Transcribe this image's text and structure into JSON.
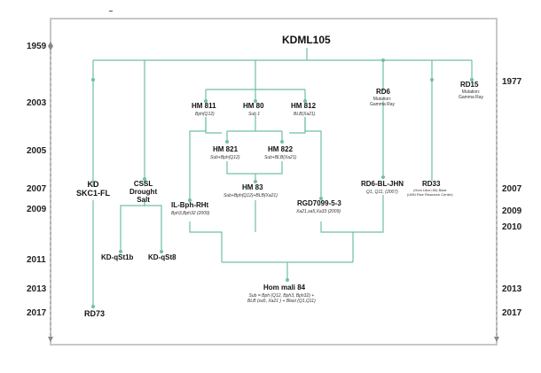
{
  "years_left": [
    "1959",
    "2003",
    "2005",
    "2007",
    "2009",
    "2011",
    "2013",
    "2017"
  ],
  "years_right": [
    "1977",
    "2007",
    "2009",
    "2010",
    "2013",
    "2017"
  ],
  "nodes": {
    "root": "KDML105",
    "hm811": "HM 811",
    "hm811_sub": "Bph(Q12)",
    "hm80": "HM 80",
    "hm80_sub": "Sub 1",
    "hm812": "HM 812",
    "hm812_sub": "BLB(Xa21)",
    "rd6": "RD6",
    "rd6_note": "Mutation:\nGamma Ray",
    "rd15": "RD15",
    "rd15_note": "Mutation:\nGamma Ray",
    "hm821": "HM 821",
    "hm821_sub": "Sub+Bph(Q12)",
    "hm822": "HM 822",
    "hm822_sub": "Sub+BLB(Xa21)",
    "hm83": "HM 83",
    "hm83_sub": "Sub+Bph(Q12)+BLB(Xa21)",
    "kd_skc1": "KD\nSKC1-FL",
    "cssl": "CSSL\nDrought\nSalt",
    "ilbph": "IL-Bph-RHt",
    "ilbph_sub": "Bph3,Bph32 (2009)",
    "rgd": "RGD7099-5-3",
    "rgd_sub": "Xa21,xa5,Xa33  (2009)",
    "rd6bl": "RD6-BL-JHN",
    "rd6bl_sub": "Q1, Q11, (2007)",
    "rd33": "RD33",
    "rd33_note": "(Hom Ubon 80) Blast\n(UBN Rice Research Center)",
    "kdqst1b": "KD-qSt1b",
    "kdqst8": "KD-qSt8",
    "hommali84": "Hom mali 84",
    "hommali84_sub": "Sub = Bph (Q12, Bph3, Bph32) +\nBLB (xa5, Xa21 ) + Blast (Q1,Q11)",
    "rd73": "RD73"
  },
  "colors": {
    "link": "#6fbfaa",
    "frame": "#c8c8c8"
  }
}
